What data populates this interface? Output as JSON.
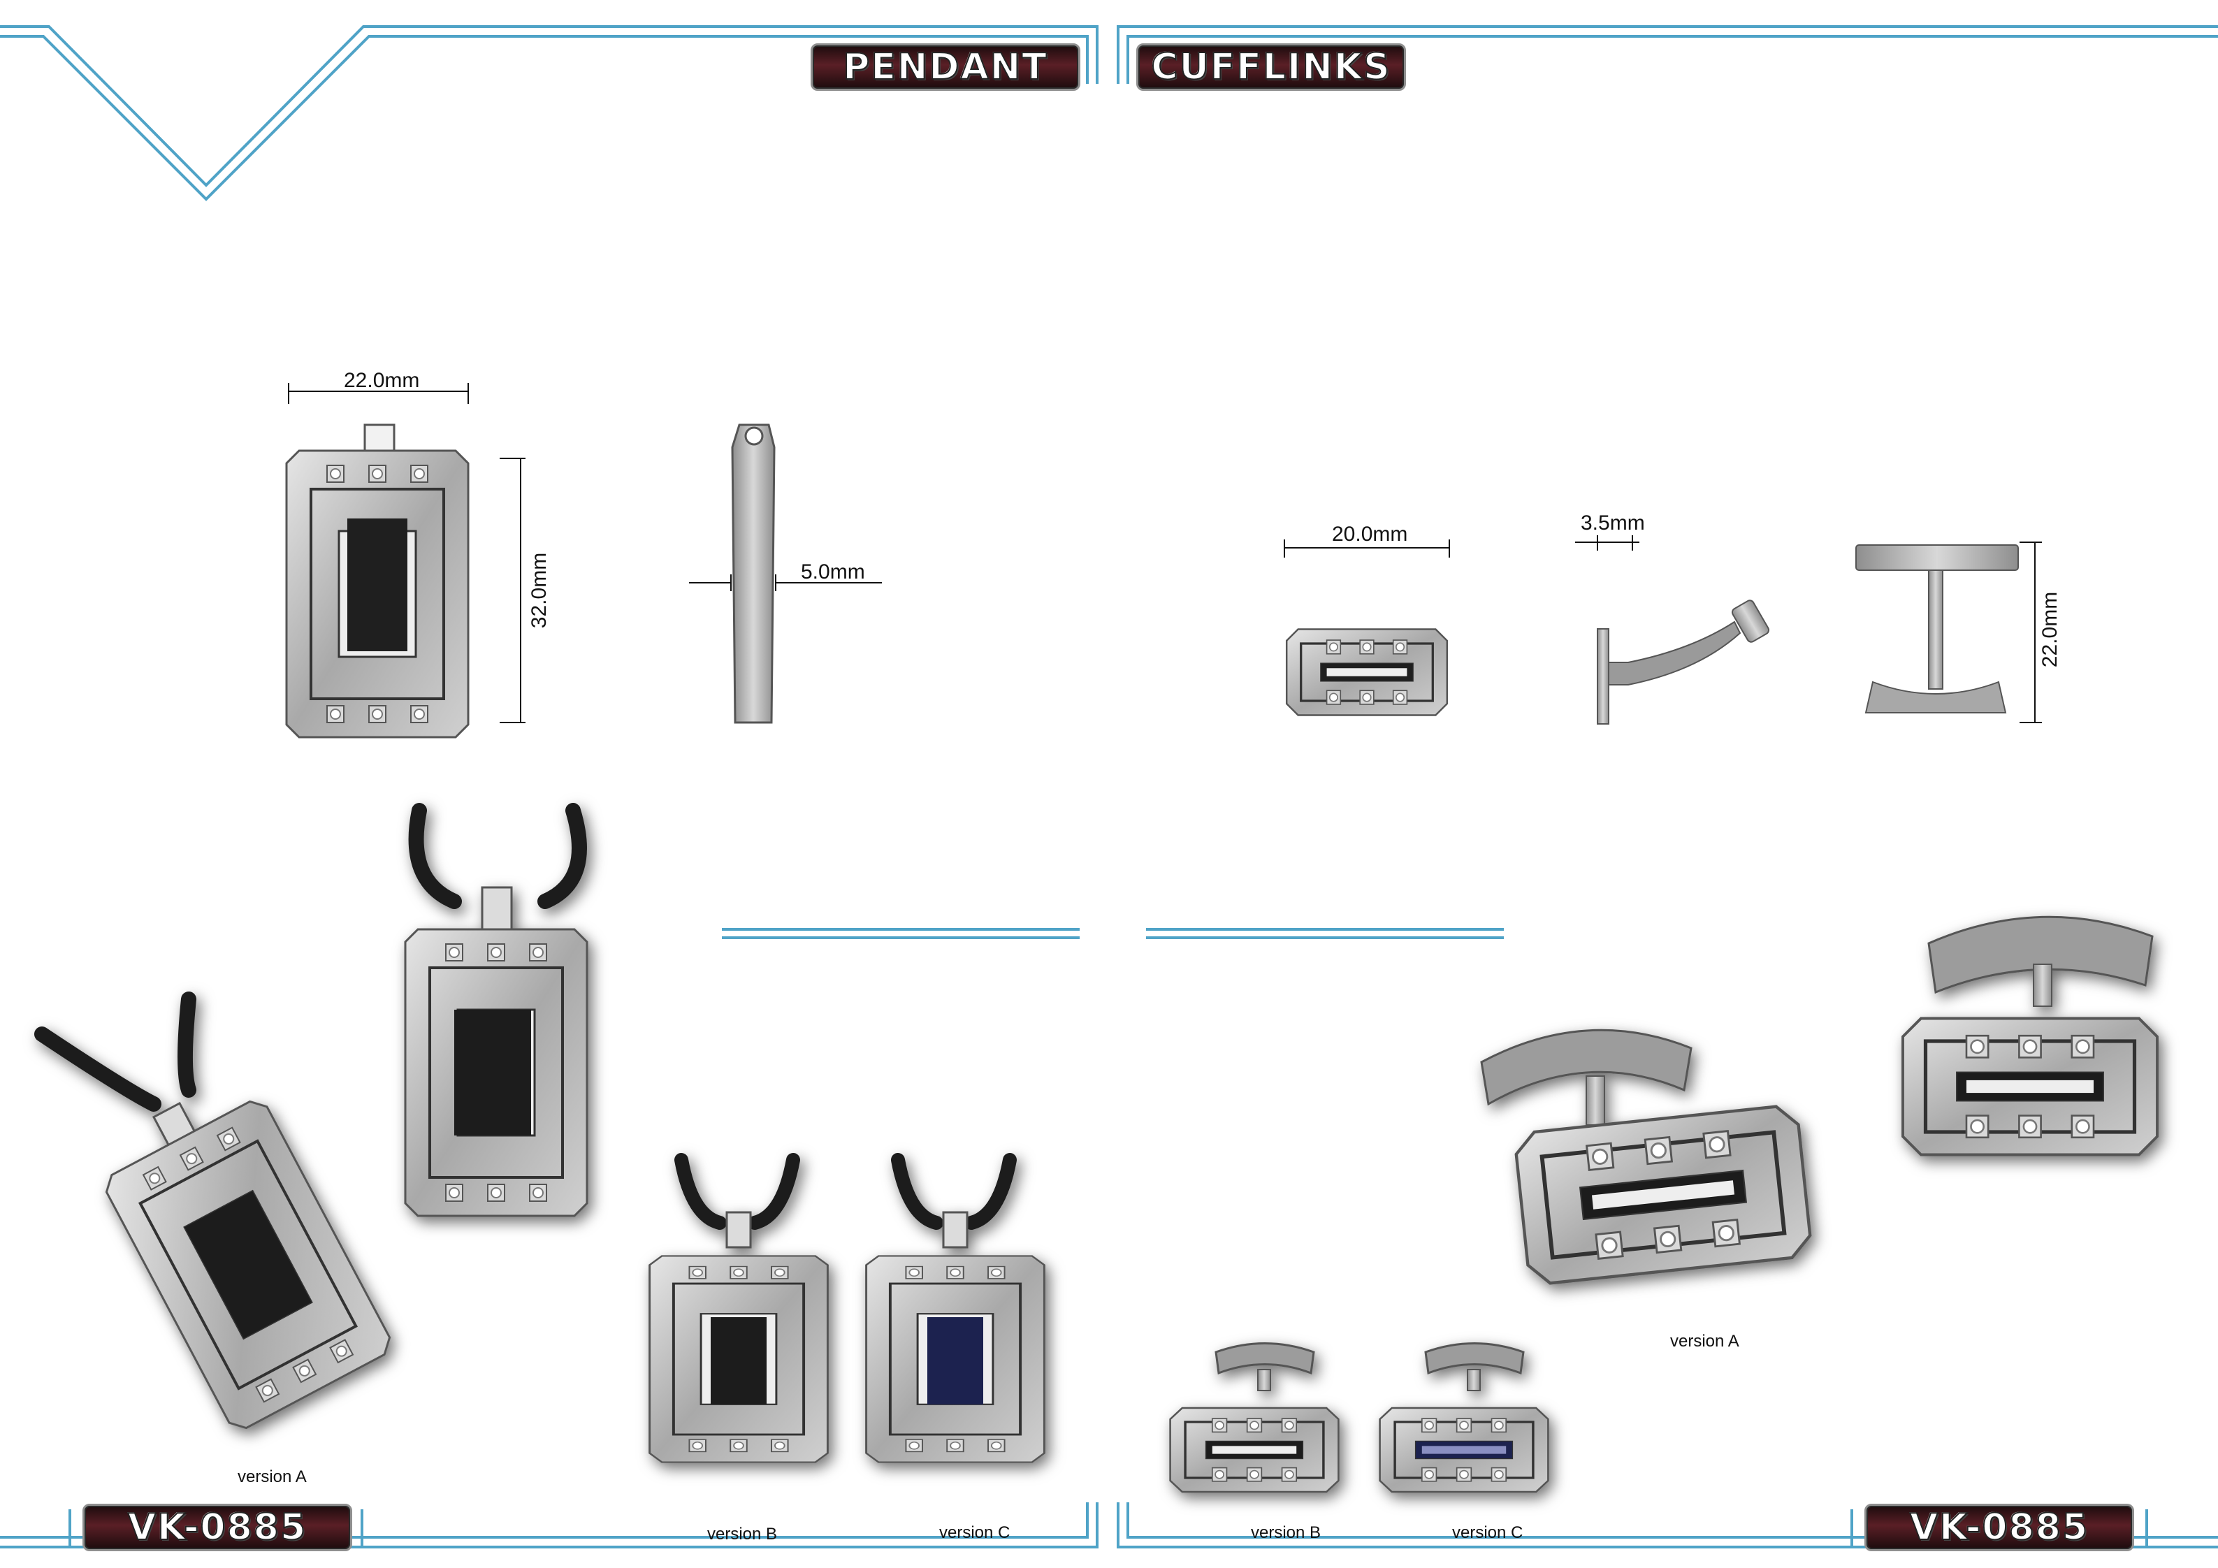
{
  "header": {
    "pendant_label": "PENDANT",
    "cufflinks_label": "CUFFLINKS"
  },
  "footer": {
    "code_left": "VK-0885",
    "code_right": "VK-0885"
  },
  "dimensions": {
    "pendant_width": "22.0mm",
    "pendant_height": "32.0mm",
    "pendant_thickness": "5.0mm",
    "cufflink_width": "20.0mm",
    "cufflink_depth": "3.5mm",
    "cufflink_height": "22.0mm"
  },
  "captions": {
    "pendant_a": "version A",
    "pendant_b": "version B",
    "pendant_c": "version C",
    "cufflink_a": "version A",
    "cufflink_b": "version B",
    "cufflink_c": "version C"
  },
  "colors": {
    "frame": "#4fa3c7",
    "metal": "#b9b9b9",
    "enamel_black": "#1f1f1f",
    "enamel_blue": "#1e2350"
  }
}
